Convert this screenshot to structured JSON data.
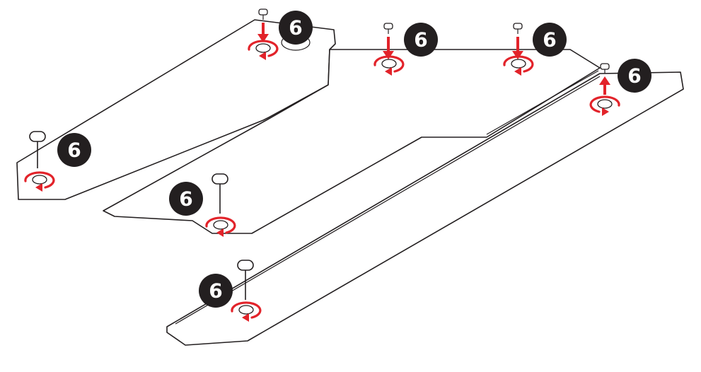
{
  "colors": {
    "accent": "#e2232a",
    "line": "#231f20",
    "badge": "#231f20",
    "background": "#ffffff"
  },
  "step": {
    "number": "6"
  },
  "fasteners": [
    {
      "id": "top-left",
      "icon": "screw-icon",
      "direction": "insert",
      "rotation": "clockwise"
    },
    {
      "id": "top-mid",
      "icon": "screw-icon",
      "direction": "insert",
      "rotation": "clockwise"
    },
    {
      "id": "top-right",
      "icon": "screw-icon",
      "direction": "insert",
      "rotation": "clockwise"
    },
    {
      "id": "far-right",
      "icon": "screw-icon",
      "direction": "remove",
      "rotation": "counter-clockwise"
    },
    {
      "id": "left-plate",
      "icon": "screwdriver-icon",
      "direction": "tighten",
      "rotation": "clockwise"
    },
    {
      "id": "mid-plate",
      "icon": "screwdriver-icon",
      "direction": "tighten",
      "rotation": "clockwise"
    },
    {
      "id": "bottom-plate",
      "icon": "screwdriver-icon",
      "direction": "tighten",
      "rotation": "clockwise"
    }
  ]
}
